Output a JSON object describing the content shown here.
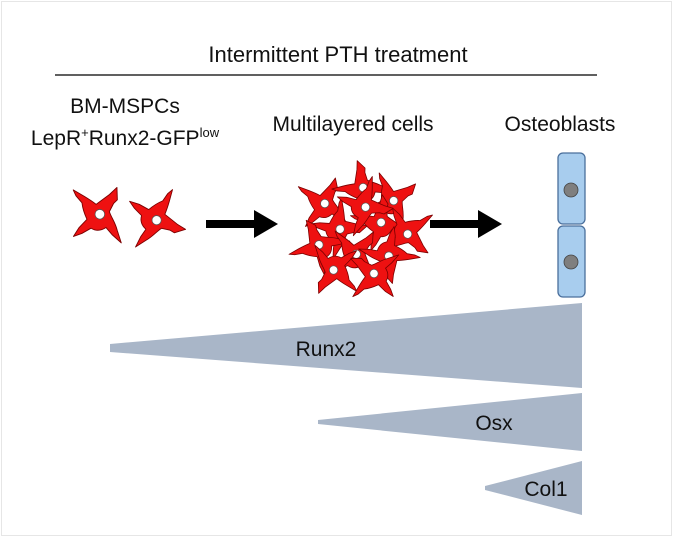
{
  "header": {
    "title": "Intermittent PTH treatment"
  },
  "stages": {
    "stage1": {
      "line1": "BM-MSPCs",
      "line2_prefix": "LepR",
      "line2_sup1": "+",
      "line2_mid": "Runx2-GFP",
      "line2_sup2": "low"
    },
    "stage2": {
      "label": "Multilayered cells"
    },
    "stage3": {
      "label": "Osteoblasts"
    }
  },
  "gradients": {
    "runx2": {
      "label": "Runx2"
    },
    "osx": {
      "label": "Osx"
    },
    "col1": {
      "label": "Col1"
    }
  },
  "colors": {
    "cell_red": "#ee1111",
    "osteoblast_fill": "#a8cdee",
    "osteoblast_stroke": "#4a6f9c",
    "nucleus": "#7f7f7f",
    "wedge": "#a9b6c8",
    "arrow": "#000000"
  },
  "icons": [
    "cell-icon",
    "arrow-right-icon",
    "osteoblast-icon"
  ]
}
